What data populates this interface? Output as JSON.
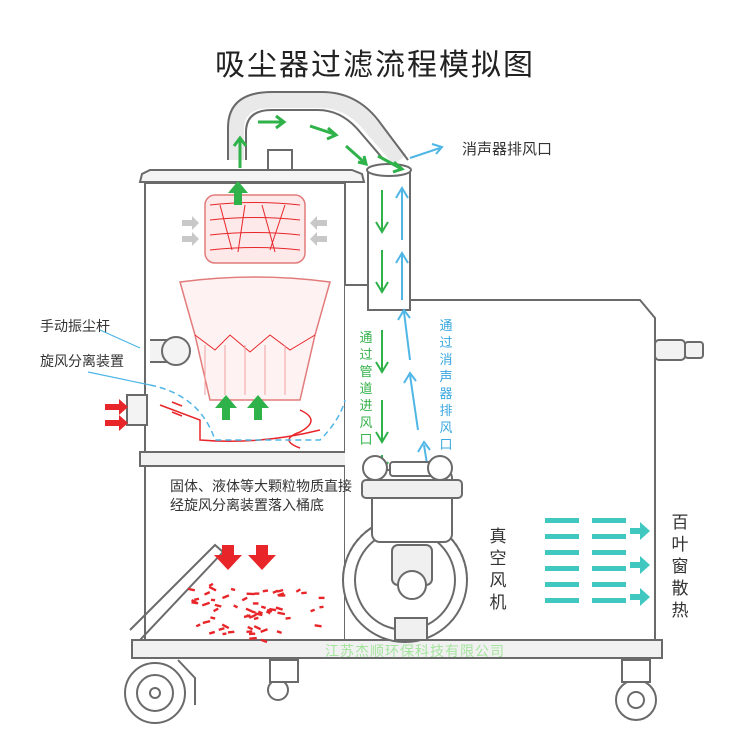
{
  "title": "吸尘器过滤流程模拟图",
  "labels": {
    "muffler_exhaust": "消声器排风口",
    "manual_shaker": "手动振尘杆",
    "cyclone": "旋风分离装置",
    "inlet_pipe": "通过管道进风口",
    "muffler_outlet": "通过消声器排风口",
    "solids_note": "固体、液体等大颗粒物质直接经旋风分离装置落入桶底",
    "vacuum_fan": "真空风机",
    "louver": "百叶窗散热",
    "watermark": "江苏杰顺环保科技有限公司"
  },
  "colors": {
    "green_arrow": "#2fb24a",
    "blue_arrow": "#4fb6e6",
    "red_flow": "#e8262a",
    "teal_vent": "#3fc7c0",
    "outline": "#6a6a6a",
    "green_text": "#35b24a",
    "blue_text": "#3aa7e0"
  },
  "icons": [
    "arrow-up-icon",
    "arrow-down-icon",
    "arrow-right-icon",
    "wheel-icon",
    "fan-motor-icon",
    "filter-icon"
  ]
}
